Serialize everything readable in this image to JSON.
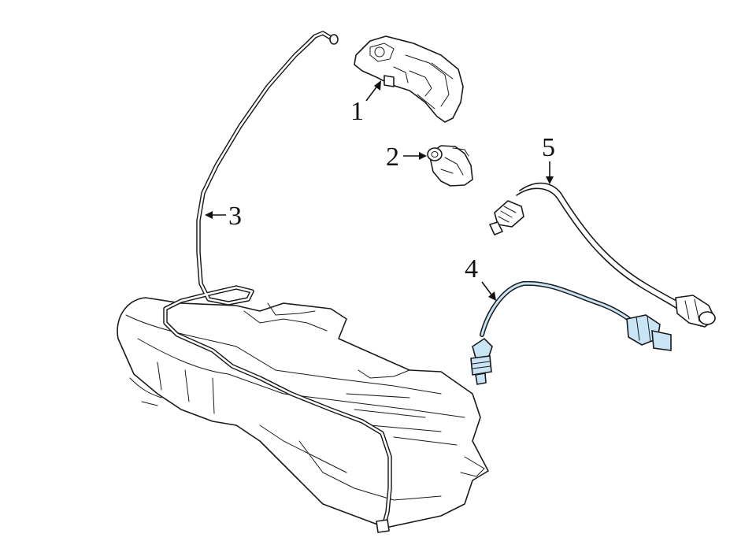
{
  "callouts": [
    {
      "id": "1",
      "label": "1"
    },
    {
      "id": "2",
      "label": "2"
    },
    {
      "id": "3",
      "label": "3"
    },
    {
      "id": "4",
      "label": "4"
    },
    {
      "id": "5",
      "label": "5"
    }
  ],
  "colors": {
    "line": "#1a1a1a",
    "highlight_fill": "#c9e4f5",
    "highlight_stroke": "#5a8fb8",
    "background": "#ffffff"
  }
}
